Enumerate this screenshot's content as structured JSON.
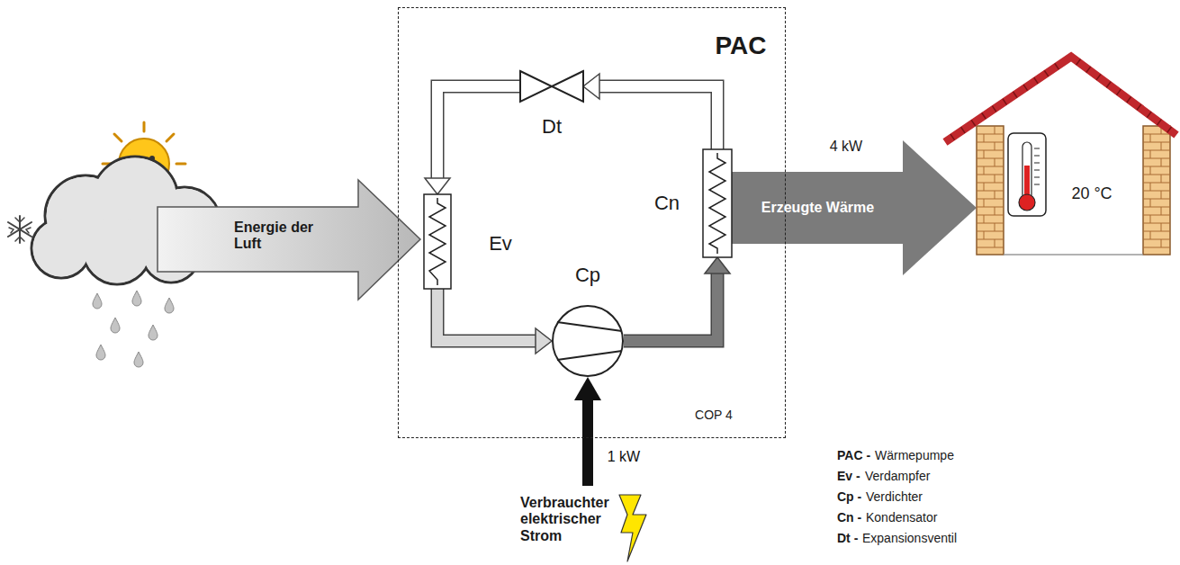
{
  "diagram": {
    "nodes": [
      {
        "text": [
          "PAC",
          "COP 4"
        ]
      },
      {
        "text": [
          "Dt"
        ],
        "in": 0
      },
      {
        "text": [
          "Ev"
        ],
        "in": 0
      },
      {
        "text": [
          "Cp"
        ],
        "in": 0
      },
      {
        "text": [
          "Cn"
        ],
        "in": 0
      },
      {
        "text": [
          "20 °C"
        ]
      },
      {
        "text": [
          "Verbrauchter elektrischer Strom"
        ]
      }
    ],
    "edges": [
      {
        "from": 4,
        "to": 1,
        "arrow": "to"
      },
      {
        "from": 1,
        "to": 2,
        "arrow": "to"
      },
      {
        "from": 2,
        "to": 3,
        "arrow": "to"
      },
      {
        "from": 3,
        "to": 4,
        "arrow": "to"
      },
      {
        "from": 4,
        "to": 5,
        "label": "Erzeugte Wärme",
        "arrow": "to"
      },
      {
        "from": 6,
        "to": 3,
        "label": "1 kW",
        "arrow": "to"
      }
    ],
    "labels": [
      "Energie der Luft",
      "4 kW",
      "PAC -",
      "Wärmepumpe",
      "Ev -",
      "Verdampfer",
      "Cp -",
      "Verdichter",
      "Cn -",
      "Kondensator",
      "Dt -",
      "Expansionsventil"
    ]
  }
}
